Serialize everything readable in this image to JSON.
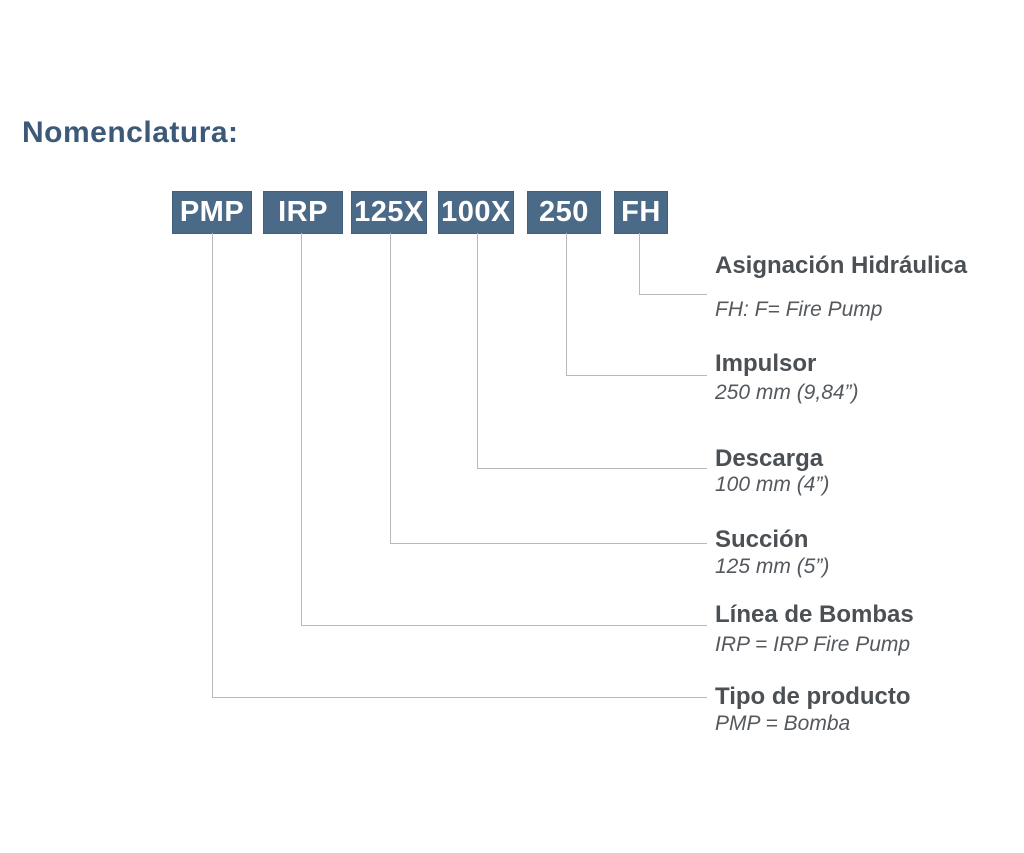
{
  "diagram": {
    "title": "Nomenclatura:",
    "code_boxes": [
      {
        "label": "PMP"
      },
      {
        "label": "IRP"
      },
      {
        "label": "125X"
      },
      {
        "label": "100X"
      },
      {
        "label": "250"
      },
      {
        "label": "FH"
      }
    ],
    "legend": [
      {
        "title": "Asignación Hidráulica",
        "subtitle": "FH: F= Fire Pump"
      },
      {
        "title": "Impulsor",
        "subtitle": "250 mm (9,84”)"
      },
      {
        "title": "Descarga",
        "subtitle": "100 mm (4”)"
      },
      {
        "title": "Succión",
        "subtitle": "125 mm (5”)"
      },
      {
        "title": "Línea de Bombas",
        "subtitle": "IRP = IRP Fire Pump"
      },
      {
        "title": "Tipo de producto",
        "subtitle": "PMP = Bomba"
      }
    ],
    "colors": {
      "box_background": "#4a6a88",
      "box_text": "#ffffff",
      "title_text": "#3c5a78",
      "legend_title_text": "#4b5055",
      "legend_subtitle_text": "#55595e",
      "connector_line": "#b5babd",
      "page_background": "#ffffff"
    }
  }
}
